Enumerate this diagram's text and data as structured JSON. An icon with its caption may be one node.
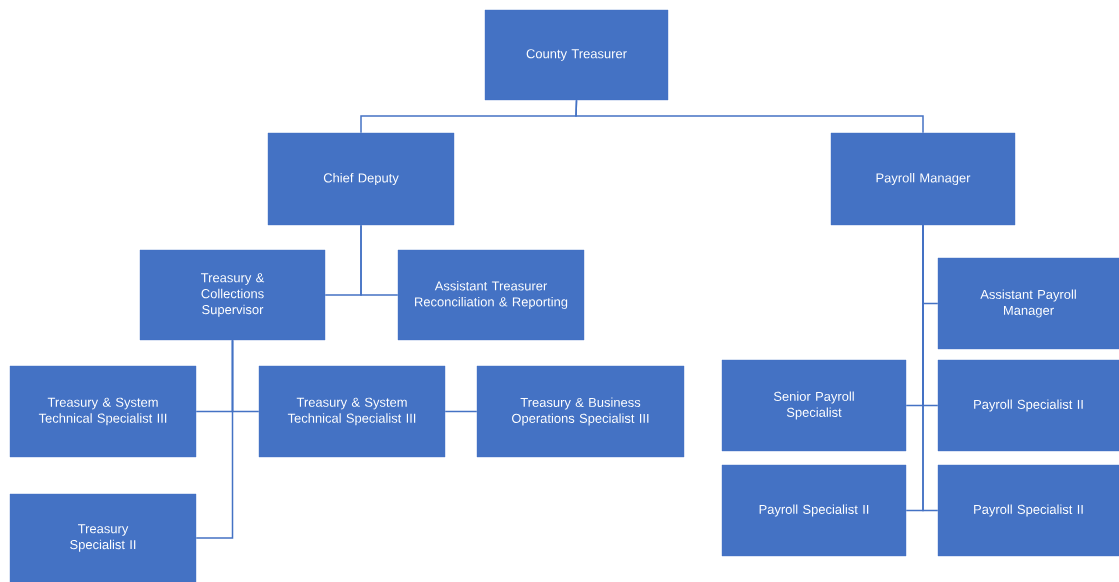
{
  "diagram": {
    "nodes": [
      {
        "text": [
          "County Treasurer"
        ]
      },
      {
        "text": [
          "Chief Deputy"
        ]
      },
      {
        "text": [
          "Payroll Manager"
        ]
      },
      {
        "text": [
          "Treasury & Collections Supervisor"
        ]
      },
      {
        "text": [
          "Assistant Treasurer Reconciliation & Reporting"
        ]
      },
      {
        "text": [
          "Treasury & System Technical Specialist III"
        ]
      },
      {
        "text": [
          "Treasury & System Technical Specialist III"
        ]
      },
      {
        "text": [
          "Treasury & Business Operations Specialist III"
        ]
      },
      {
        "text": [
          "Treasury Specialist II"
        ]
      },
      {
        "text": [
          "Assistant Payroll Manager"
        ]
      },
      {
        "text": [
          "Senior Payroll Specialist"
        ]
      },
      {
        "text": [
          "Payroll Specialist II"
        ]
      },
      {
        "text": [
          "Payroll Specialist II"
        ]
      },
      {
        "text": [
          "Payroll Specialist II"
        ]
      }
    ],
    "edges": [
      {
        "from": 0,
        "to": 1,
        "arrow": "none"
      },
      {
        "from": 0,
        "to": 2,
        "arrow": "none"
      },
      {
        "from": 1,
        "to": 3,
        "arrow": "none"
      },
      {
        "from": 1,
        "to": 4,
        "arrow": "none"
      },
      {
        "from": 3,
        "to": 5,
        "arrow": "none"
      },
      {
        "from": 3,
        "to": 6,
        "arrow": "none"
      },
      {
        "from": 6,
        "to": 7,
        "arrow": "none"
      },
      {
        "from": 3,
        "to": 8,
        "arrow": "none"
      },
      {
        "from": 2,
        "to": 9,
        "arrow": "none"
      },
      {
        "from": 2,
        "to": 10,
        "arrow": "none"
      },
      {
        "from": 2,
        "to": 11,
        "arrow": "none"
      },
      {
        "from": 2,
        "to": 12,
        "arrow": "none"
      },
      {
        "from": 2,
        "to": 13,
        "arrow": "none"
      }
    ]
  }
}
